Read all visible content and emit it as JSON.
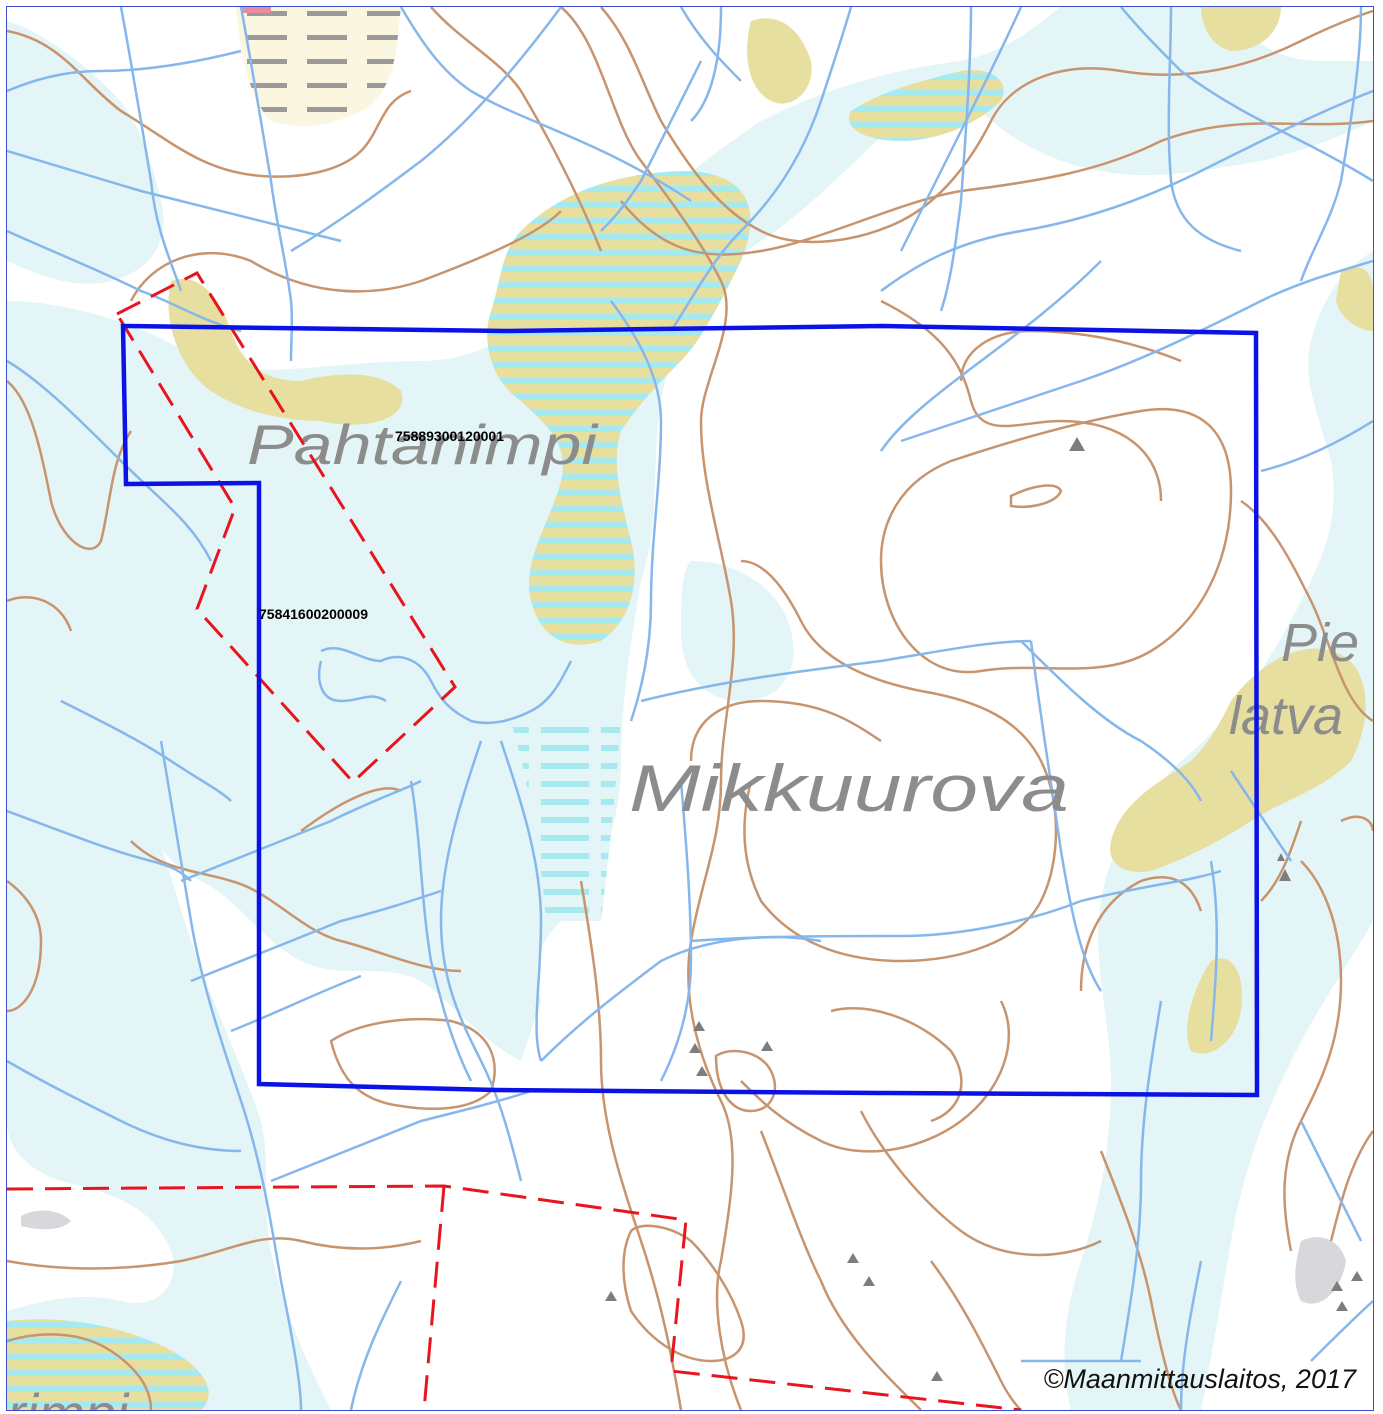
{
  "map": {
    "place_names": {
      "pahtanimpi": "Pahtanimpi",
      "mikkuurova": "Mikkuurova",
      "pie_partial": "Pie",
      "latva_partial": "latva",
      "rimpi_partial": "rimpi"
    },
    "parcels": {
      "north": "75889300120001",
      "west": "75841600200009"
    },
    "copyright": "©Maanmittauslaitos, 2017",
    "colors": {
      "boundary_blue": "#0a12e6",
      "parcel_red": "#e8141e",
      "water_fill": "#e3f5f6",
      "stream": "#86b7ec",
      "contour": "#c8946e",
      "sand": "#e6dfa0",
      "marsh_stripe": "#a6eaf0"
    }
  }
}
